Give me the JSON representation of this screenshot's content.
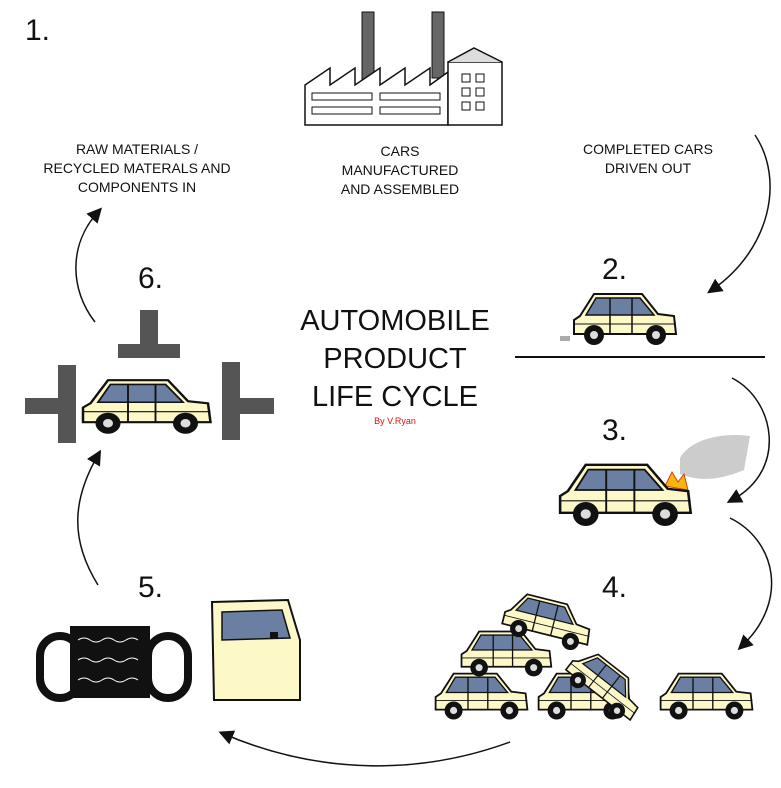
{
  "diagram": {
    "title": "AUTOMOBILE\nPRODUCT\nLIFE CYCLE",
    "author": "By V.Ryan",
    "stages": [
      {
        "number": "1.",
        "caption": "CARS\nMANUFACTURED\nAND ASSEMBLED"
      },
      {
        "number": "2.",
        "caption": ""
      },
      {
        "number": "3.",
        "caption": ""
      },
      {
        "number": "4.",
        "caption": ""
      },
      {
        "number": "5.",
        "caption": ""
      },
      {
        "number": "6.",
        "caption": ""
      }
    ],
    "captions": {
      "raw_materials": "RAW MATERIALS /\nRECYCLED MATERALS AND\nCOMPONENTS IN",
      "completed": "COMPLETED CARS\nDRIVEN OUT"
    }
  },
  "colors": {
    "car_body": "#fdf8c8",
    "crusher": "#555555",
    "flame": "#f5b50a",
    "smoke": "#cccccc",
    "author_text": "#e01010"
  },
  "icons": [
    "factory-icon",
    "car-icon",
    "smoking-car-icon",
    "car-pile-icon",
    "tyres-icon",
    "car-door-icon",
    "crusher-icon",
    "cycle-arrow-icon"
  ]
}
